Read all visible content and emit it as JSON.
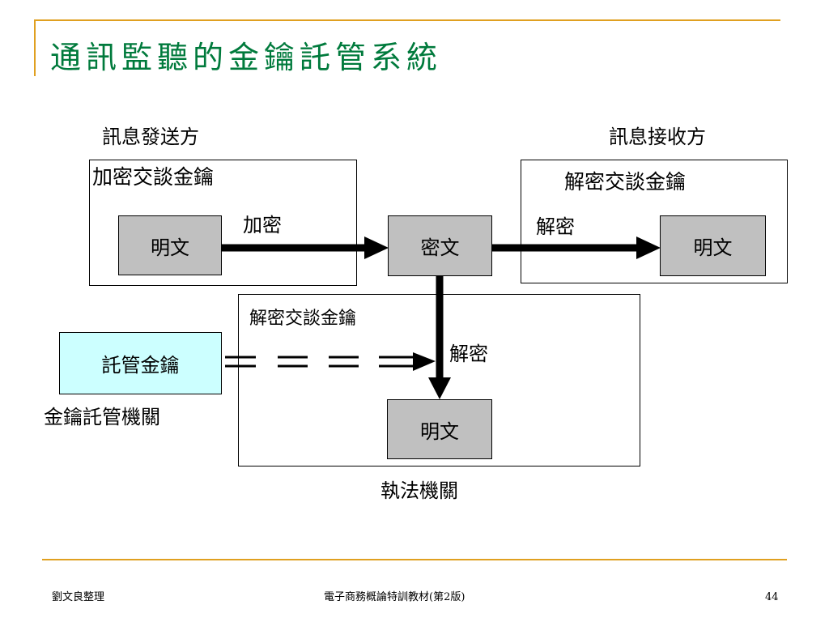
{
  "slide": {
    "title": "通訊監聽的金鑰託管系統"
  },
  "diagram": {
    "sender_label": "訊息發送方",
    "receiver_label": "訊息接收方",
    "sender_key": "加密交談金鑰",
    "receiver_key": "解密交談金鑰",
    "law_key": "解密交談金鑰",
    "plaintext_sender": "明文",
    "ciphertext": "密文",
    "plaintext_receiver": "明文",
    "plaintext_law": "明文",
    "encrypt_label": "加密",
    "decrypt_label_receiver": "解密",
    "decrypt_label_law": "解密",
    "escrow_key": "託管金鑰",
    "escrow_agency": "金鑰託管機關",
    "law_agency": "執法機關"
  },
  "footer": {
    "author": "劉文良整理",
    "book": "電子商務概論特訓教材(第2版)",
    "page": "44"
  },
  "colors": {
    "title": "#007a3c",
    "rule": "#e0a020",
    "gray_box": "#c0c0c0",
    "escrow_box": "#ccffff"
  }
}
